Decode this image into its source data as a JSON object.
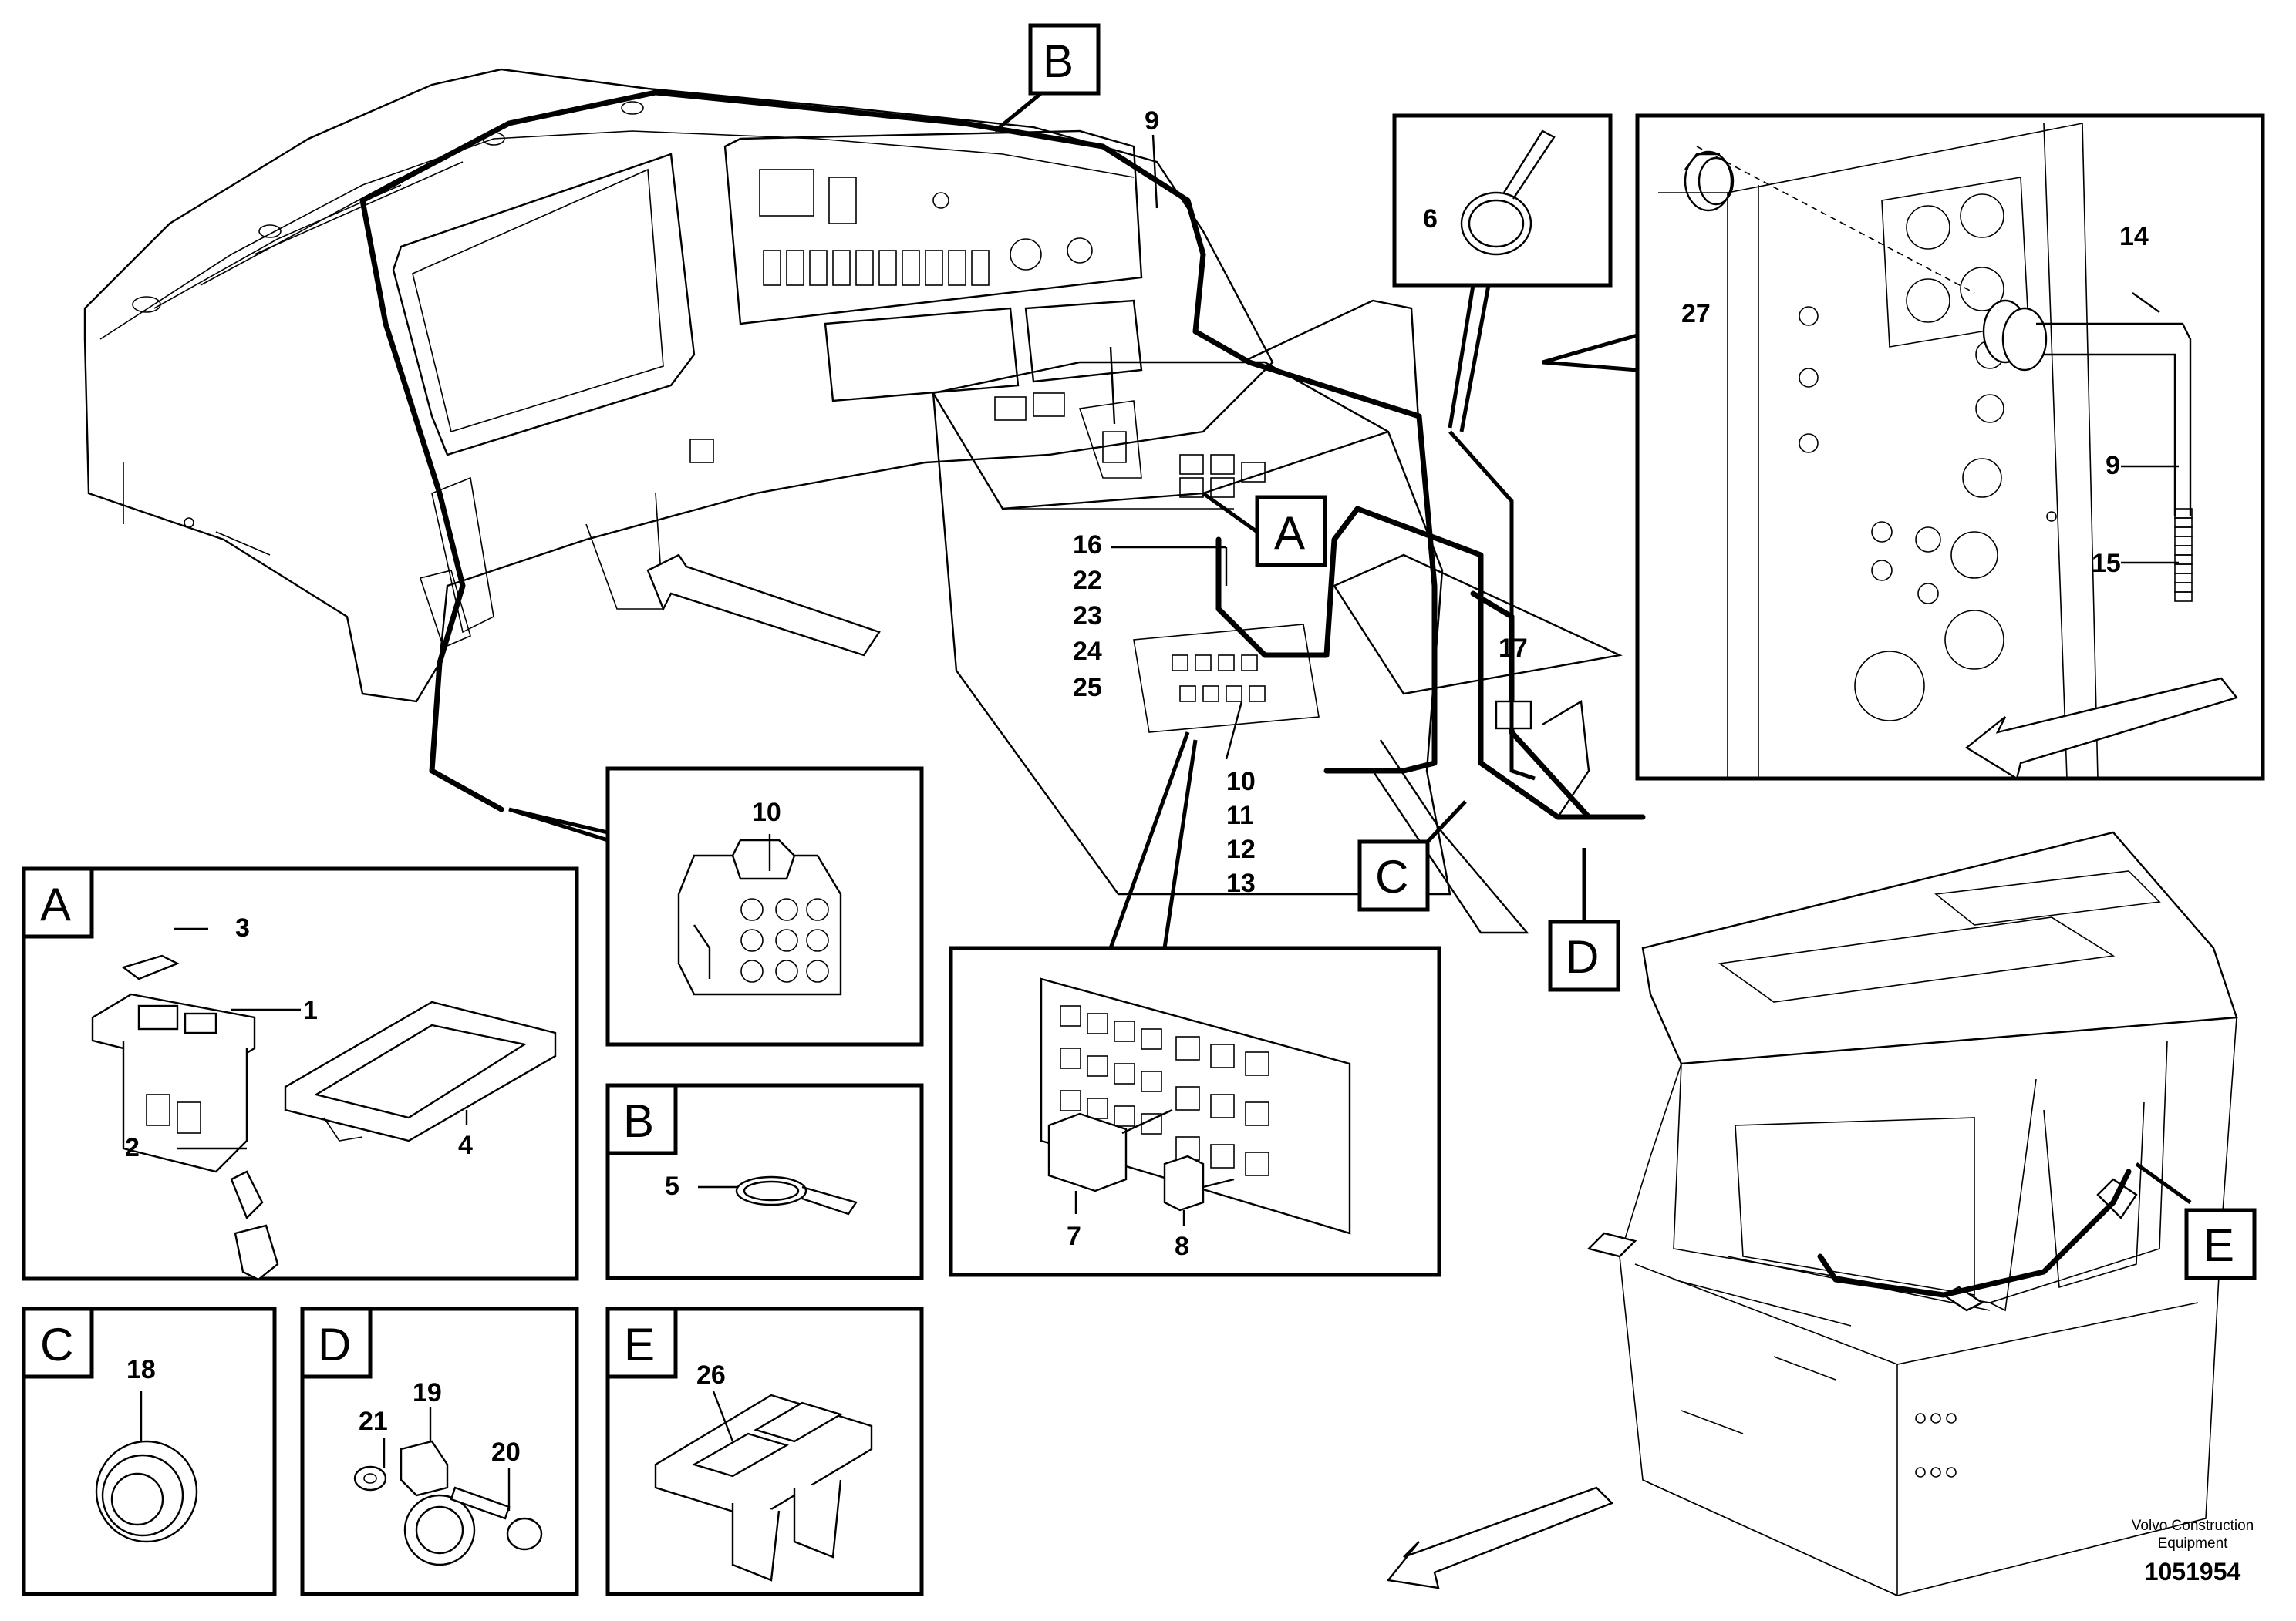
{
  "labels": {
    "A": "A",
    "B": "B",
    "C": "C",
    "D": "D",
    "E": "E",
    "p1": "1",
    "p2": "2",
    "p3": "3",
    "p4": "4",
    "p5": "5",
    "p6": "6",
    "p7": "7",
    "p8": "8",
    "p9": "9",
    "p10": "10",
    "p11": "11",
    "p12": "12",
    "p13": "13",
    "p14": "14",
    "p15": "15",
    "p16": "16",
    "p17": "17",
    "p18": "18",
    "p19": "19",
    "p20": "20",
    "p21": "21",
    "p22": "22",
    "p23": "23",
    "p24": "24",
    "p25": "25",
    "p26": "26",
    "p27": "27"
  },
  "footer": {
    "brand_line1": "Volvo Construction",
    "brand_line2": "Equipment",
    "drawing_number": "1051954"
  }
}
